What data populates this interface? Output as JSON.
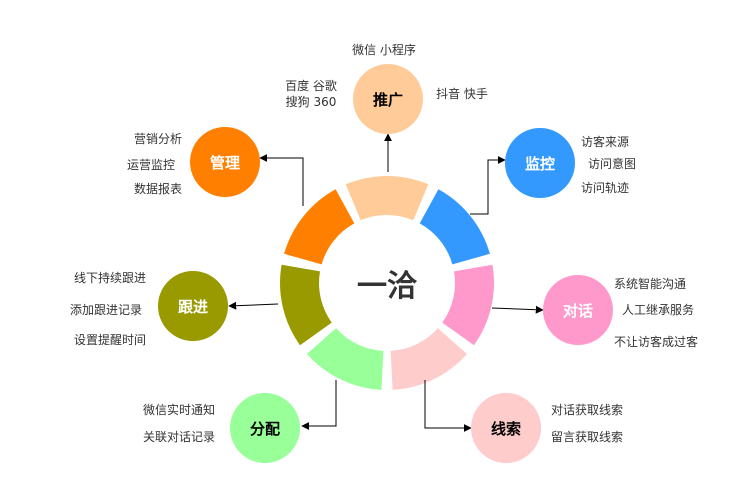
{
  "center": {
    "label": "一洽"
  },
  "nodes": {
    "promotion": {
      "label": "推广",
      "color": "#FFCC99",
      "text_color": "#000000",
      "details_top": [
        "微信 小程序"
      ],
      "details_left": [
        "百度 谷歌",
        "搜狗 360"
      ],
      "details_right": [
        "抖音  快手"
      ]
    },
    "monitor": {
      "label": "监控",
      "color": "#3399FF",
      "text_color": "#FFFFFF",
      "details": [
        "访客来源",
        "访问意图",
        "访问轨迹"
      ]
    },
    "dialog": {
      "label": "对话",
      "color": "#FF99CC",
      "text_color": "#FFFFFF",
      "details": [
        "系统智能沟通",
        "人工继承服务",
        "不让访客成过客"
      ]
    },
    "leads": {
      "label": "线索",
      "color": "#FFCCCC",
      "text_color": "#000000",
      "details": [
        "对话获取线索",
        "留言获取线索"
      ]
    },
    "distribute": {
      "label": "分配",
      "color": "#99FF99",
      "text_color": "#000000",
      "details": [
        "微信实时通知",
        "关联对话记录"
      ]
    },
    "followup": {
      "label": "跟进",
      "color": "#999900",
      "text_color": "#FFFFFF",
      "details": [
        "线下持续跟进",
        "添加跟进记录",
        "设置提醒时间"
      ]
    },
    "manage": {
      "label": "管理",
      "color": "#FF8000",
      "text_color": "#FFFFFF",
      "details": [
        "营销分析",
        "运营监控",
        "数据报表"
      ]
    }
  },
  "ring_colors": {
    "promotion": "#FFCC99",
    "monitor": "#3399FF",
    "dialog": "#FF99CC",
    "leads": "#FFCCCC",
    "distribute": "#99FF99",
    "followup": "#999900",
    "manage": "#FF8000"
  }
}
